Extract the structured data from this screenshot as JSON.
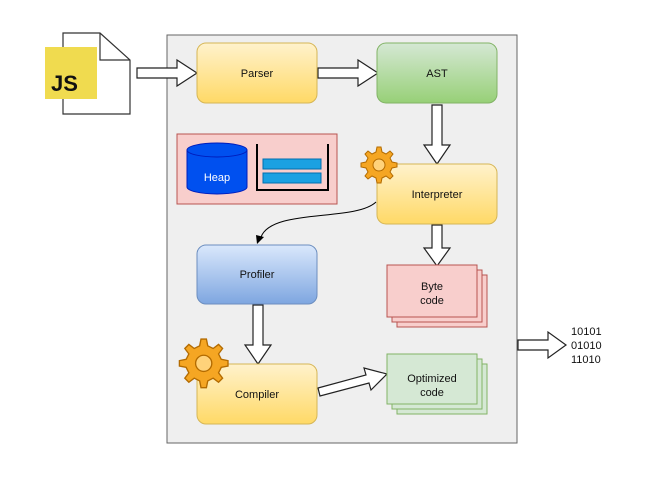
{
  "logo": {
    "text": "JS",
    "color": "#f0db4f"
  },
  "nodes": {
    "parser": "Parser",
    "ast": "AST",
    "heap": "Heap",
    "interpreter": "Interpreter",
    "profiler": "Profiler",
    "bytecode": [
      "Byte",
      "code"
    ],
    "compiler": "Compiler",
    "optimized": [
      "Optimized",
      "code"
    ]
  },
  "binary": [
    "10101",
    "01010",
    "11010"
  ],
  "colors": {
    "engine_bg": "#efefef",
    "yellow": "#ffe69a",
    "green": "#9fd69a",
    "blue": "#8fb5e6",
    "pink": "#f8cecc",
    "light_green": "#d5e8d4",
    "heap_blue": "#0050ef",
    "gear": "#f5a623"
  },
  "icons": [
    "js-file-icon",
    "heap-cylinder-icon",
    "stack-icon",
    "gear-icon"
  ]
}
